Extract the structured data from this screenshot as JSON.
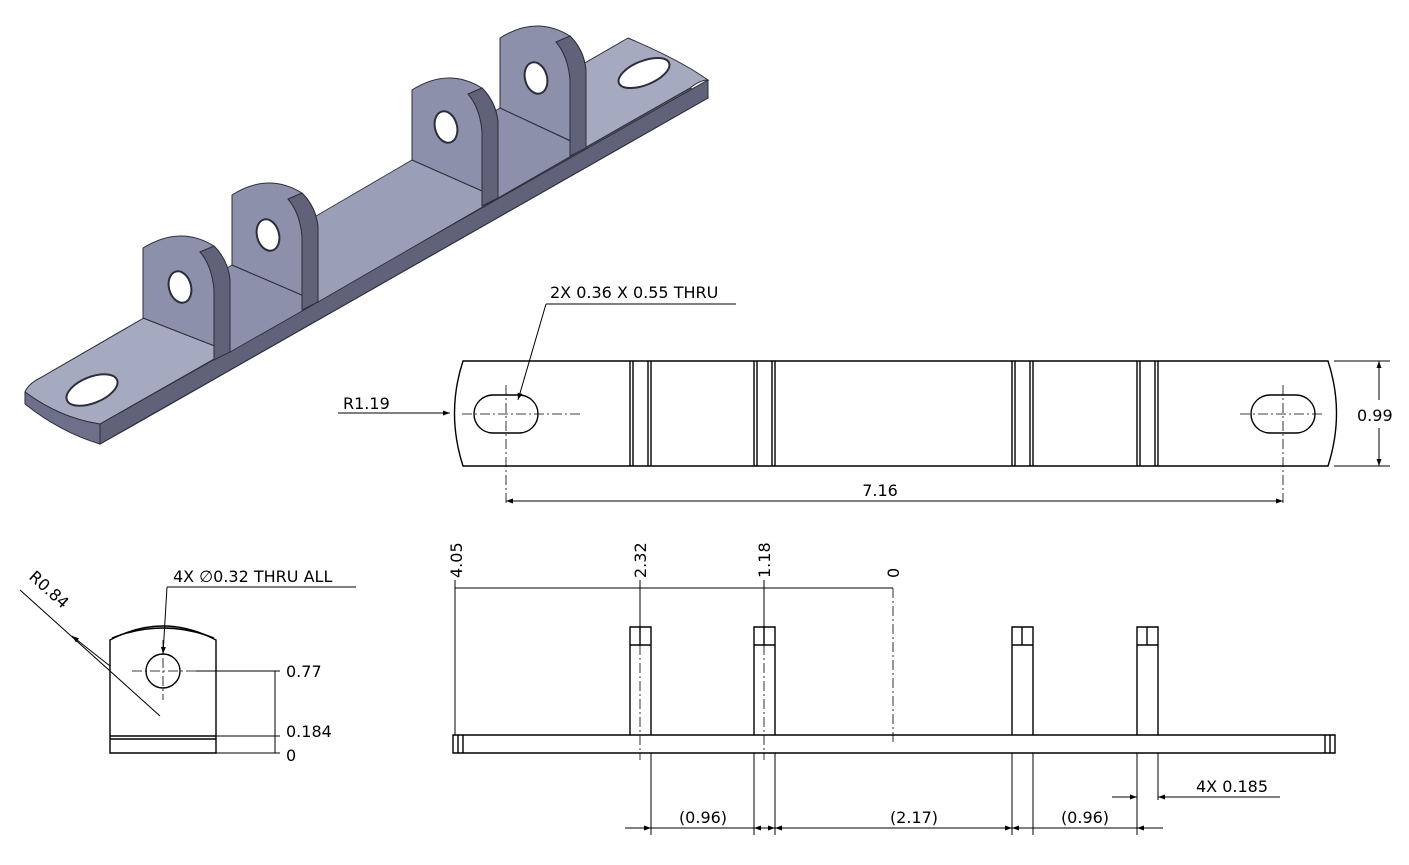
{
  "colors": {
    "line": "#000000",
    "part_face_light": "#a6aac0",
    "part_face_mid": "#8c90aa",
    "part_face_dark": "#5f6278",
    "part_edge": "#2c2e3a"
  },
  "views": {
    "isometric": {
      "name": "isometric-view"
    },
    "top": {
      "slot_callout": "2X 0.36 X 0.55 THRU",
      "end_radius": "R1.19",
      "width": "0.99",
      "hole_spacing": "7.16"
    },
    "side": {
      "radius": "R0.84",
      "hole_callout": "4X ∅0.32 THRU ALL",
      "ord_hole_center": "0.77",
      "ord_base_top": "0.184",
      "ord_zero": "0"
    },
    "front": {
      "ord_left_end": "4.05",
      "ord_tab_1": "2.32",
      "ord_tab_2": "1.18",
      "ord_zero": "0",
      "gap_left": "(0.96)",
      "gap_center": "(2.17)",
      "gap_right": "(0.96)",
      "tab_thickness": "4X 0.185"
    }
  }
}
